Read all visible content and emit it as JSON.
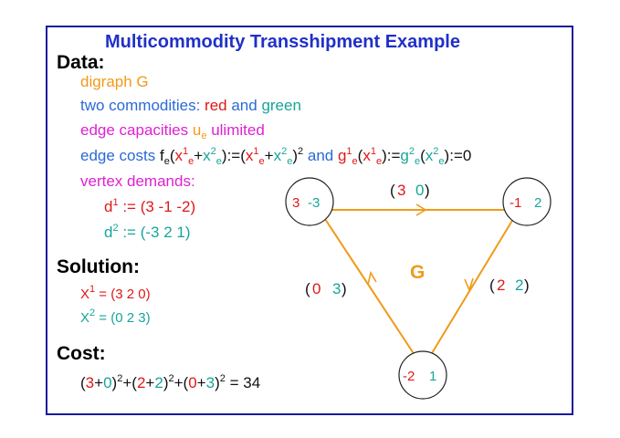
{
  "title": "Multicommodity Transshipment Example",
  "data_heading": "Data:",
  "digraph": "digraph G",
  "commodities": {
    "prefix": "two commodities: ",
    "red": "red",
    "and": " and ",
    "green": "green"
  },
  "capacities": {
    "text": "edge capacities ",
    "u": "u",
    "sub": "e",
    "rest": " ulimited"
  },
  "costs": {
    "prefix": "edge costs ",
    "f": "f",
    "e": "e",
    "x": "x",
    "one": "1",
    "two": "2",
    "open": "(",
    "plus": "+",
    "close": "):=(",
    "close2": ")",
    "and": " and ",
    "g": "g",
    "assign": "):=",
    "assign_end": "):=0"
  },
  "vertex_demands": "vertex demands:",
  "d1": {
    "label": "d",
    "sup": "1",
    "value": " := (3  -1  -2)"
  },
  "d2": {
    "label": "d",
    "sup": "2",
    "value": " := (-3  2  1)"
  },
  "solution_heading": "Solution:",
  "X1": {
    "label": "X",
    "sup": "1",
    "value": " = (3  2  0)"
  },
  "X2": {
    "label": "X",
    "sup": "2",
    "value": " = (0  2  3)"
  },
  "cost_heading": "Cost:",
  "cost_formula": {
    "t1a": "3",
    "t1b": "0",
    "t2a": "2",
    "t2b": "2",
    "t3a": "0",
    "t3b": "3",
    "sup": "2",
    "result": " = 34"
  },
  "graph": {
    "name": "G",
    "nodes": [
      {
        "id": "left",
        "red": "3",
        "green": "-3"
      },
      {
        "id": "right",
        "red": "-1",
        "green": "2"
      },
      {
        "id": "bottom",
        "red": "-2",
        "green": "1"
      }
    ],
    "edges": [
      {
        "id": "top",
        "red": "3",
        "green": "0"
      },
      {
        "id": "right",
        "red": "2",
        "green": "2"
      },
      {
        "id": "left",
        "red": "0",
        "green": "3"
      }
    ]
  },
  "colors": {
    "red": "#e01818",
    "green": "#17a59a",
    "orange": "#f09a1a",
    "blue": "#2a6ad8",
    "magenta": "#e020d0",
    "title": "#2030c8"
  }
}
